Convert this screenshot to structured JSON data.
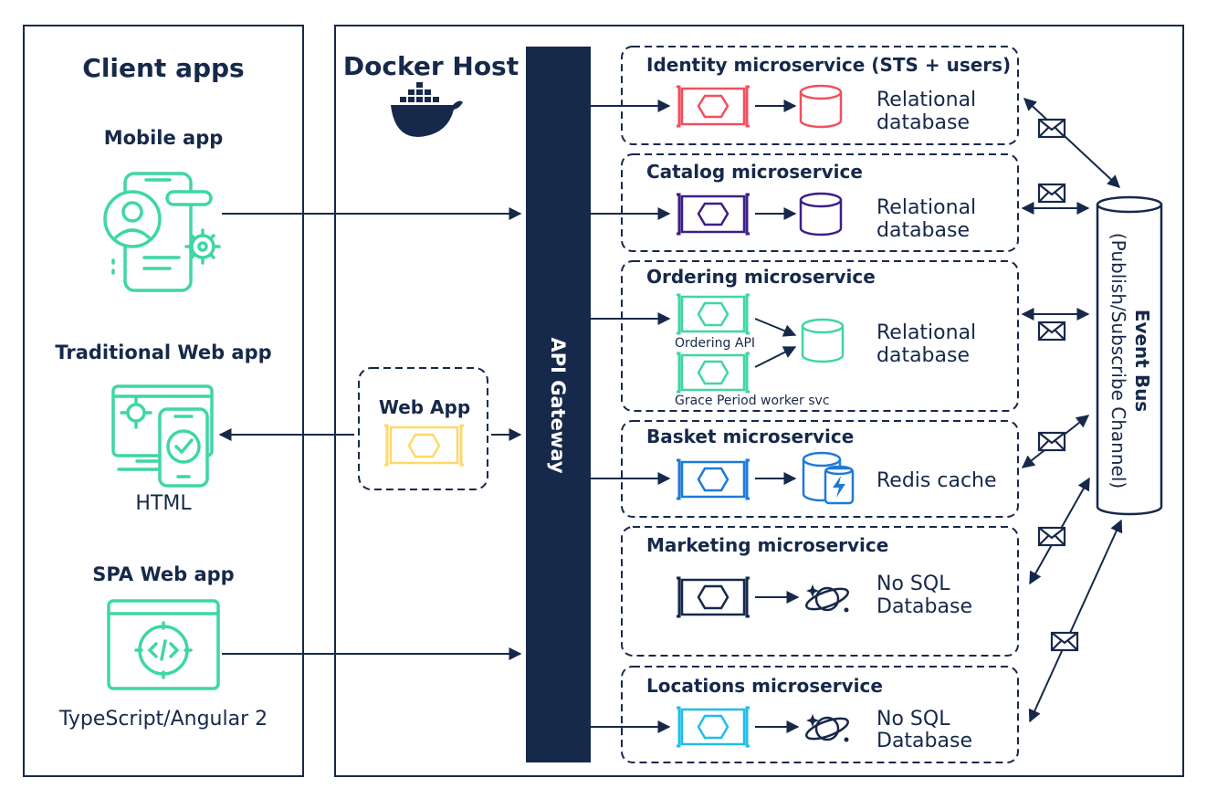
{
  "client_apps": {
    "title": "Client apps",
    "mobile": {
      "label": "Mobile app"
    },
    "traditional": {
      "label": "Traditional Web app",
      "sublabel": "HTML"
    },
    "spa": {
      "label": "SPA Web app",
      "sublabel": "TypeScript/Angular 2"
    }
  },
  "docker_host": {
    "title": "Docker Host",
    "web_app": {
      "label": "Web App"
    },
    "api_gateway": {
      "label": "API Gateway"
    }
  },
  "microservices": {
    "identity": {
      "title": "Identity microservice (STS + users)",
      "db": [
        "Relational",
        "database"
      ],
      "color": "#f0505f"
    },
    "catalog": {
      "title": "Catalog microservice",
      "db": [
        "Relational",
        "database"
      ],
      "color": "#3c1f87"
    },
    "ordering": {
      "title": "Ordering microservice",
      "db": [
        "Relational",
        "database"
      ],
      "color": "#3fd6a5",
      "api_label": "Ordering API",
      "worker_label": "Grace Period worker svc"
    },
    "basket": {
      "title": "Basket microservice",
      "db": [
        "Redis cache"
      ],
      "color": "#1f7ad6"
    },
    "marketing": {
      "title": "Marketing microservice",
      "db": [
        "No SQL",
        "Database"
      ],
      "color": "#16294a"
    },
    "locations": {
      "title": "Locations microservice",
      "db": [
        "No SQL",
        "Database"
      ],
      "color": "#1fbfe8"
    }
  },
  "event_bus": {
    "title": "Event Bus",
    "subtitle": "(Publish/Subscribe Channel)"
  },
  "colors": {
    "navy": "#16294a",
    "teal": "#3fd6a5",
    "yellow": "#ffd86b"
  },
  "icons": [
    "docker-whale-icon",
    "mobile-phone-icon",
    "web-browser-icon",
    "code-window-icon",
    "container-icon",
    "database-icon",
    "redis-cache-icon",
    "nosql-galaxy-icon",
    "envelope-icon"
  ]
}
